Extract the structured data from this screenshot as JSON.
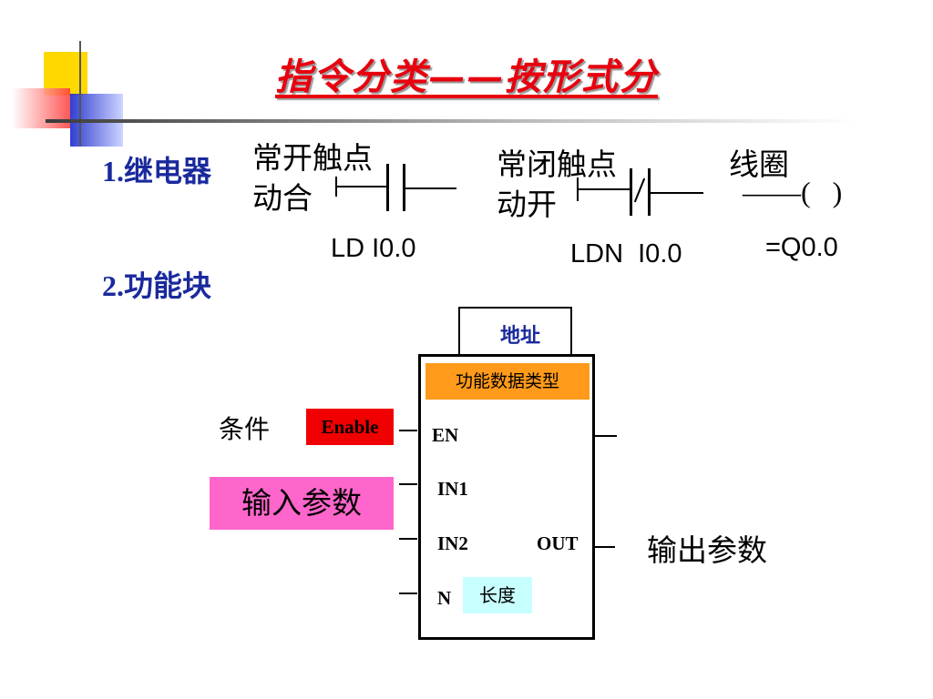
{
  "title": "指令分类——按形式分",
  "relay": {
    "heading_num": "1.",
    "heading_text": "继电器",
    "no_contact": {
      "line1": "常开触点",
      "line2": "动合",
      "code": "LD I0.0"
    },
    "nc_contact": {
      "line1": "常闭触点",
      "line2": "动开",
      "code": "LDN  I0.0"
    },
    "coil": {
      "label": "线圈",
      "symbol": "——(   )",
      "code": "=Q0.0"
    }
  },
  "function_block": {
    "heading_num": "2.",
    "heading_text": "功能块",
    "address": "地址",
    "data_type": "功能数据类型",
    "condition": "条件",
    "enable": "Enable",
    "input_params": "输入参数",
    "output_params": "输出参数",
    "pins": {
      "en": "EN",
      "in1": "IN1",
      "in2": "IN2",
      "n": "N",
      "out": "OUT"
    },
    "length": "长度"
  },
  "colors": {
    "title_red": "#e8000e",
    "heading_blue": "#1a2a9c",
    "enable_red": "#f00000",
    "input_pink": "#ff66cc",
    "datatype_orange": "#ff9a1a",
    "length_cyan": "#c8ffff"
  }
}
